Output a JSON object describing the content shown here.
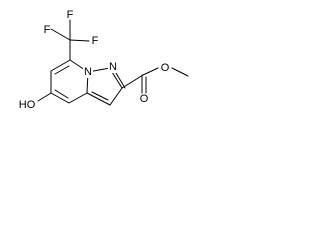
{
  "molecule": {
    "atoms": {
      "f1": "F",
      "f2": "F",
      "f3": "F",
      "n1": "N",
      "n2": "N",
      "o_ether": "O",
      "o_carbonyl": "O",
      "hydroxyl": "HO"
    },
    "colors": {
      "bond": "#000000",
      "text": "#000000",
      "background": "#ffffff"
    }
  }
}
